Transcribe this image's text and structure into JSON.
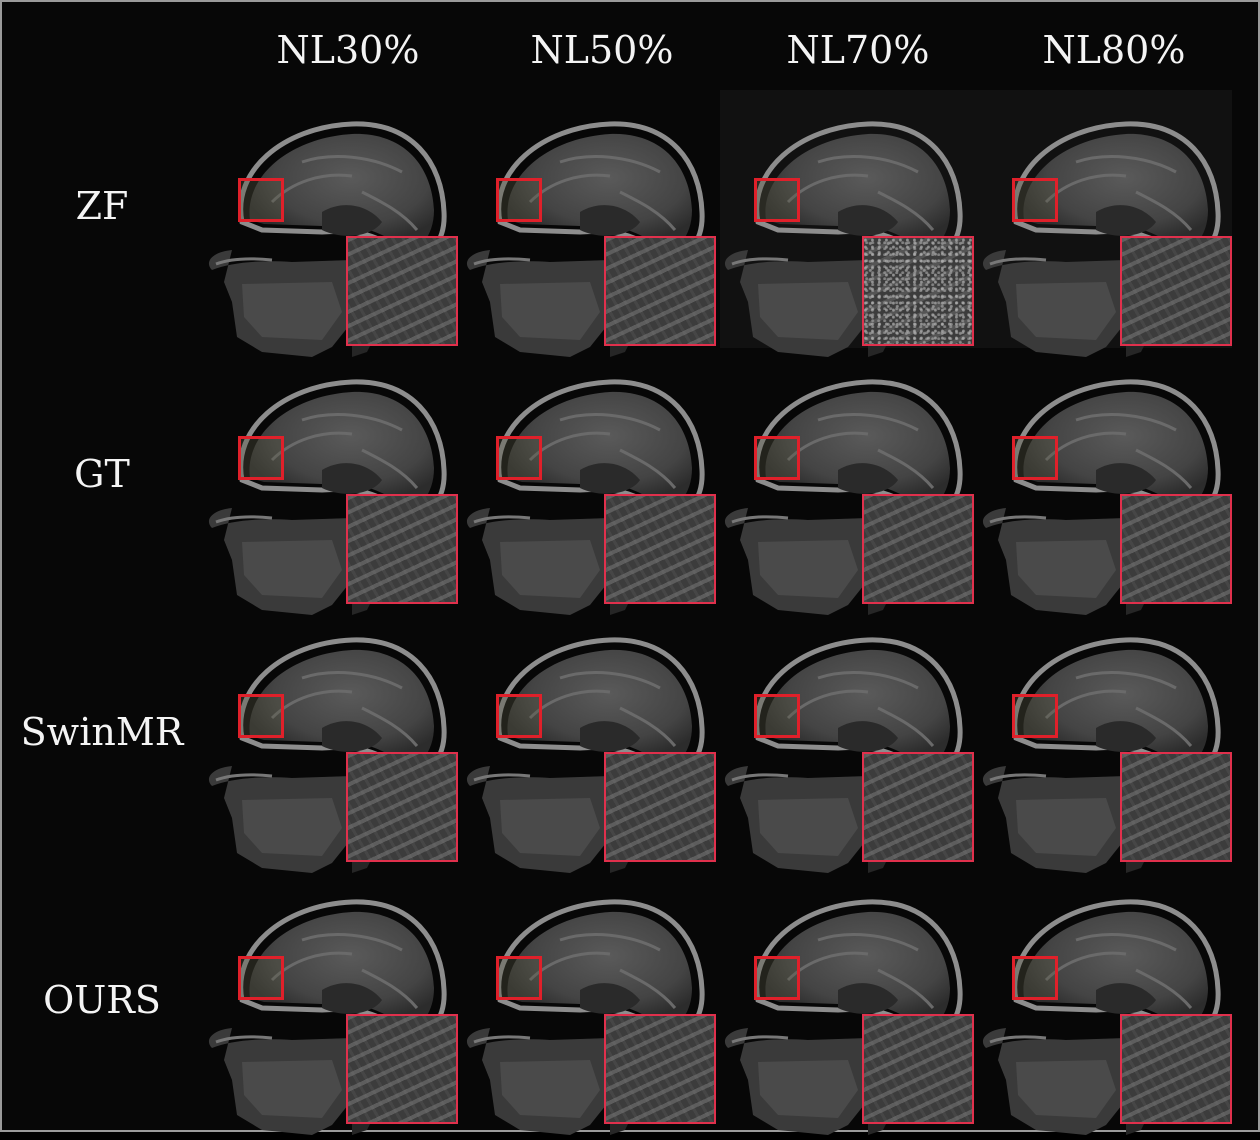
{
  "columns": [
    "NL30%",
    "NL50%",
    "NL70%",
    "NL80%"
  ],
  "rows": [
    "ZF",
    "GT",
    "SwinMR",
    "OURS"
  ],
  "colors": {
    "roi_box": "#e0202a",
    "inset_border": "#e0304c",
    "background": "#070707",
    "label_text": "#f4f4f4"
  }
}
